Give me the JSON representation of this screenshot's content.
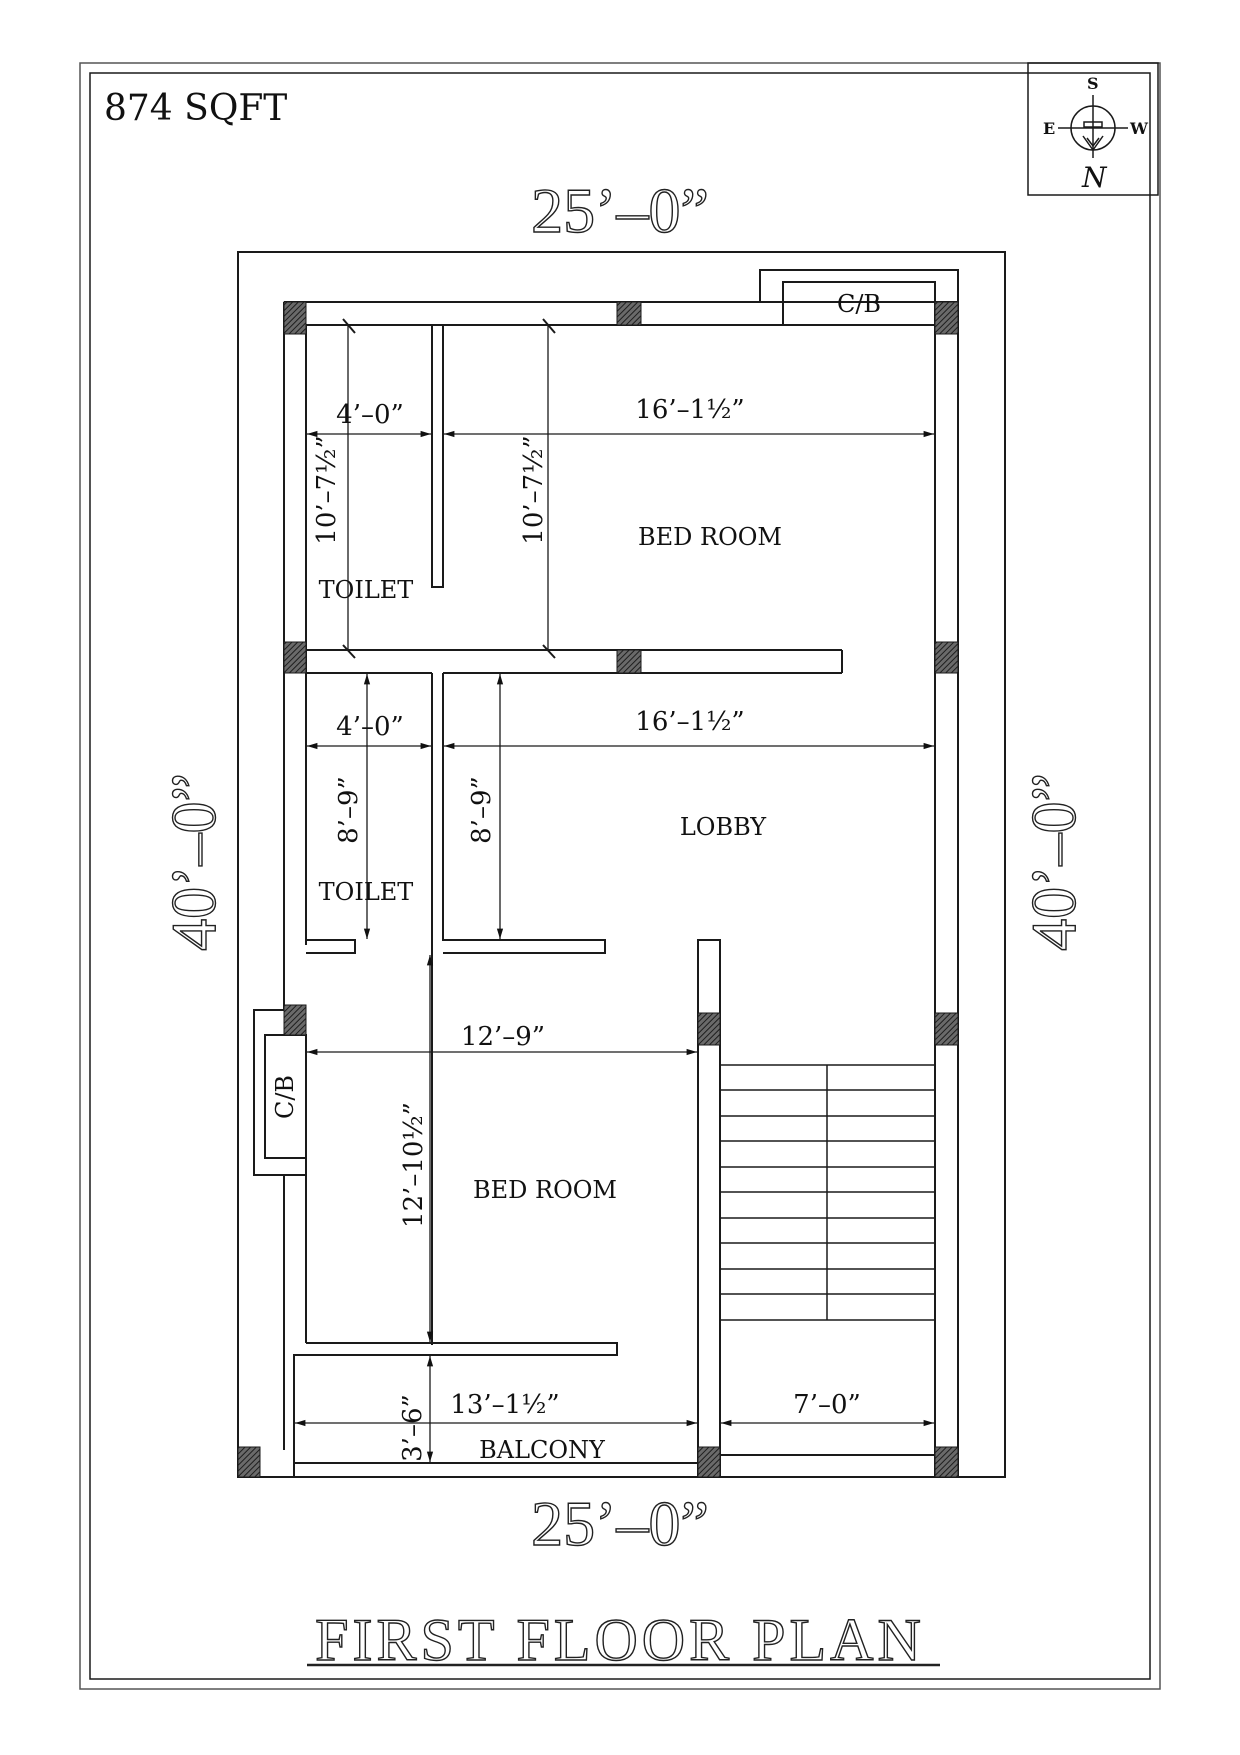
{
  "drawing": {
    "area_label": "874 SQFT",
    "title": "FIRST FLOOR PLAN",
    "overall_dimensions": {
      "top": "25’–0”",
      "bottom": "25’–0”",
      "left": "40’–0”",
      "right": "40’–0”"
    },
    "compass": {
      "top": "S",
      "left": "E",
      "right": "W",
      "bottom": "N"
    },
    "rooms": [
      {
        "name": "BED ROOM",
        "id": "bedroom-top"
      },
      {
        "name": "TOILET",
        "id": "toilet-top"
      },
      {
        "name": "LOBBY",
        "id": "lobby"
      },
      {
        "name": "TOILET",
        "id": "toilet-mid"
      },
      {
        "name": "BED ROOM",
        "id": "bedroom-bottom"
      },
      {
        "name": "BALCONY",
        "id": "balcony"
      }
    ],
    "cupboards": [
      {
        "label": "C/B",
        "location": "top-right"
      },
      {
        "label": "C/B",
        "location": "left-bottom-bedroom"
      }
    ],
    "dimensions": {
      "toilet_top_width": "4’–0”",
      "bedroom_top_width": "16’–1½”",
      "toilet_top_height": "10’–7½”",
      "bedroom_top_height": "10’–7½”",
      "toilet_mid_width": "4’–0”",
      "lobby_width": "16’–1½”",
      "toilet_mid_height": "8’–9”",
      "lobby_height": "8’–9”",
      "bedroom_bottom_width": "12’–9”",
      "bedroom_bottom_height": "12’–10½”",
      "balcony_width": "13’–1½”",
      "balcony_depth": "3’–6”",
      "stair_width": "7’–0”"
    },
    "stair": {
      "treads": 10
    }
  }
}
